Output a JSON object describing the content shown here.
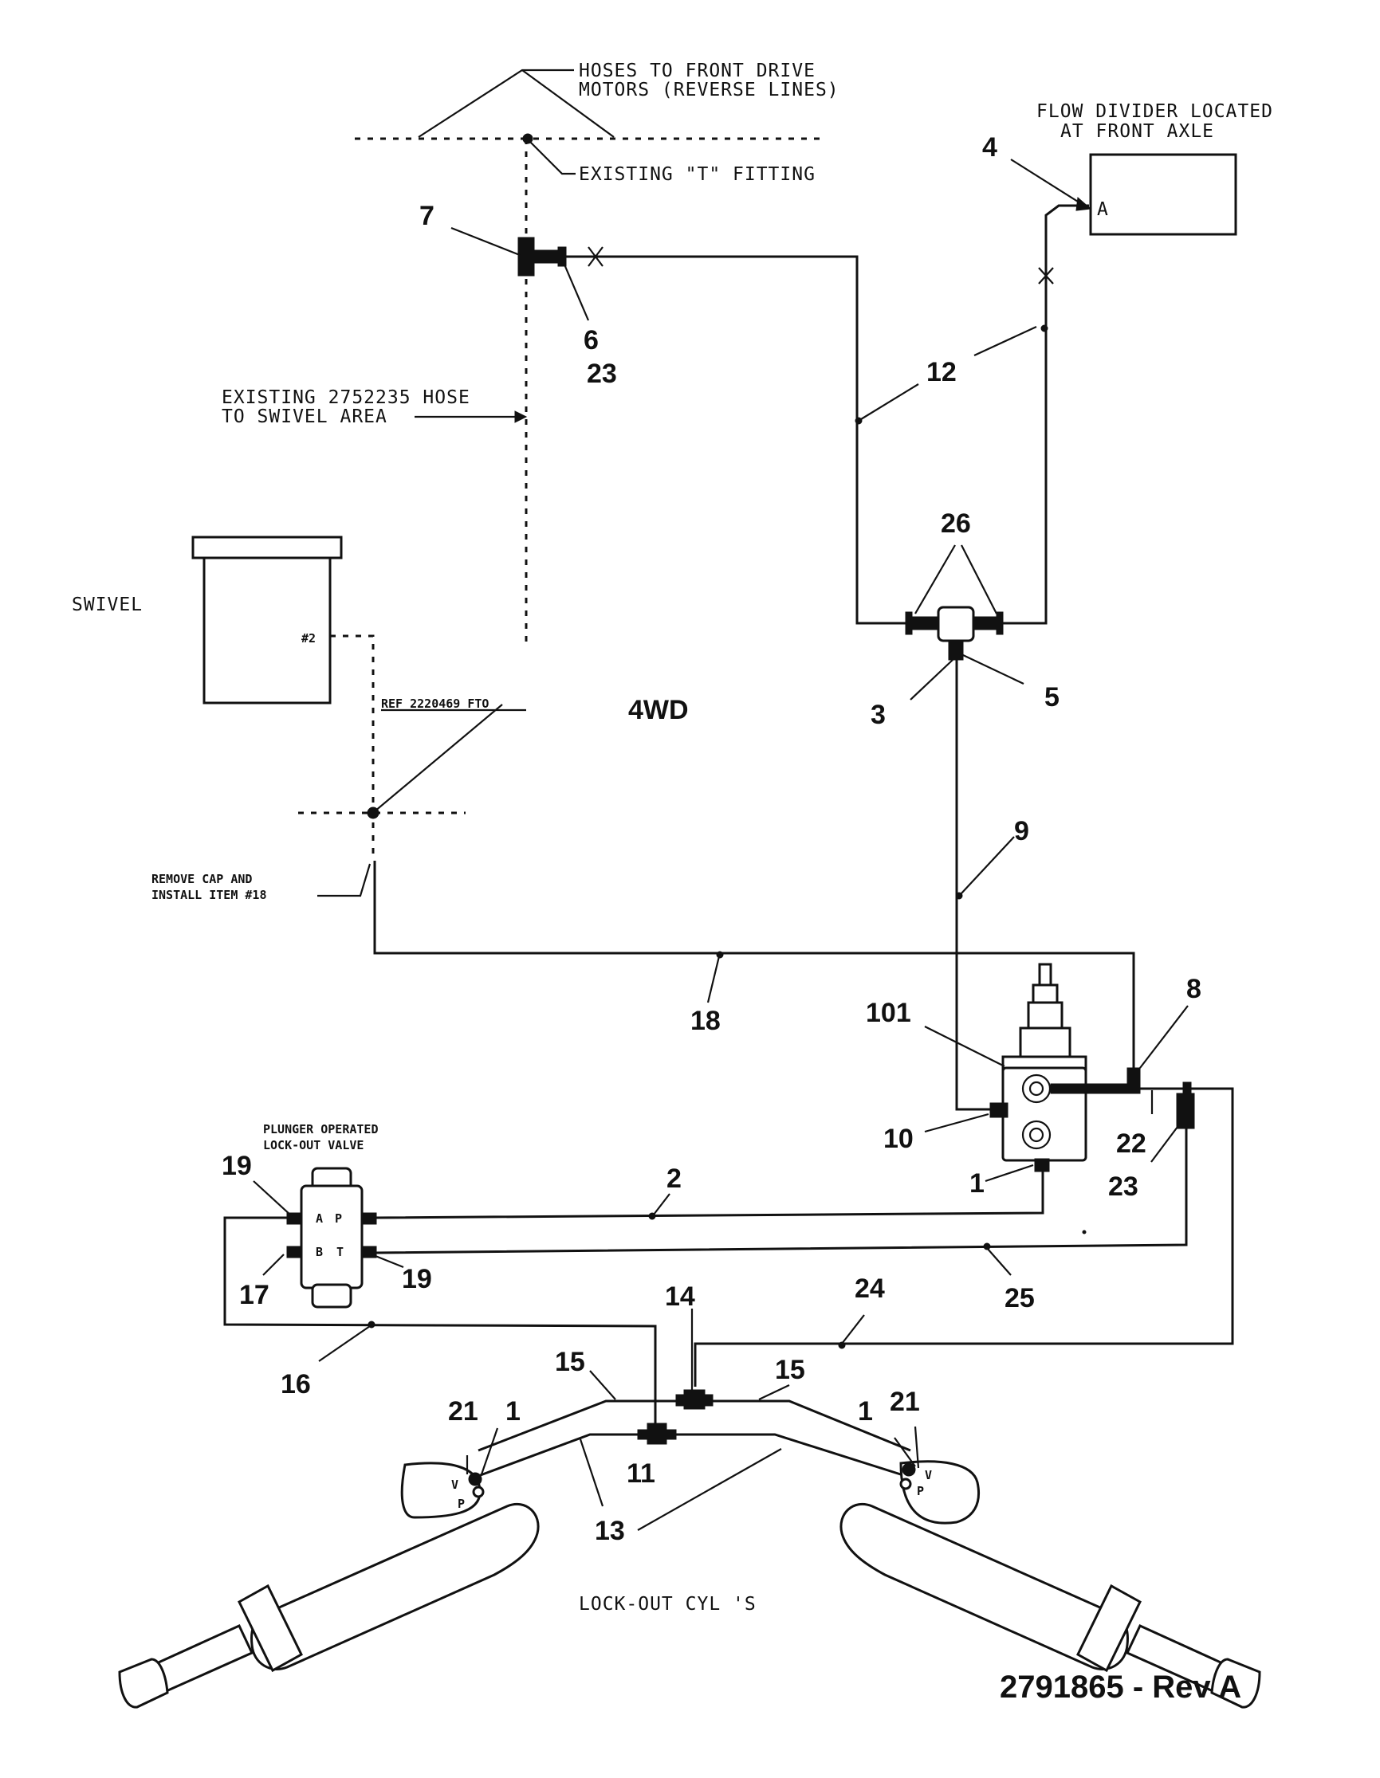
{
  "notes": {
    "hoses_front_drive_1": "HOSES TO FRONT DRIVE",
    "hoses_front_drive_2": "MOTORS (REVERSE LINES)",
    "existing_t_fitting": "EXISTING \"T\" FITTING",
    "flow_divider_1": "FLOW DIVIDER LOCATED",
    "flow_divider_2": "AT FRONT AXLE",
    "flow_divider_port": "A",
    "existing_hose_1": "EXISTING 2752235 HOSE",
    "existing_hose_2": "TO SWIVEL AREA",
    "swivel": "SWIVEL",
    "swivel_port": "#2",
    "ref_pto": "REF 2220469 FTO",
    "mode": "4WD",
    "remove_cap_1": "REMOVE CAP AND",
    "remove_cap_2": "INSTALL ITEM #18",
    "plunger_1": "PLUNGER OPERATED",
    "plunger_2": "LOCK-OUT VALVE",
    "valve_port_a": "A",
    "valve_port_p": "P",
    "valve_port_b": "B",
    "valve_port_t": "T",
    "cyl_port_v": "V",
    "cyl_port_p": "P",
    "lockout_cyls": "LOCK-OUT CYL 'S",
    "drawing_number": "2791865 - Rev A"
  },
  "items": {
    "i1": "1",
    "i2": "2",
    "i3": "3",
    "i4": "4",
    "i5": "5",
    "i6": "6",
    "i7": "7",
    "i8": "8",
    "i9": "9",
    "i10": "10",
    "i11": "11",
    "i12": "12",
    "i13": "13",
    "i14": "14",
    "i15": "15",
    "i16": "16",
    "i17": "17",
    "i18": "18",
    "i19": "19",
    "i21": "21",
    "i22": "22",
    "i23": "23",
    "i24": "24",
    "i25": "25",
    "i26": "26",
    "i101": "101"
  },
  "colors": {
    "ink": "#111111",
    "paper": "#ffffff"
  }
}
